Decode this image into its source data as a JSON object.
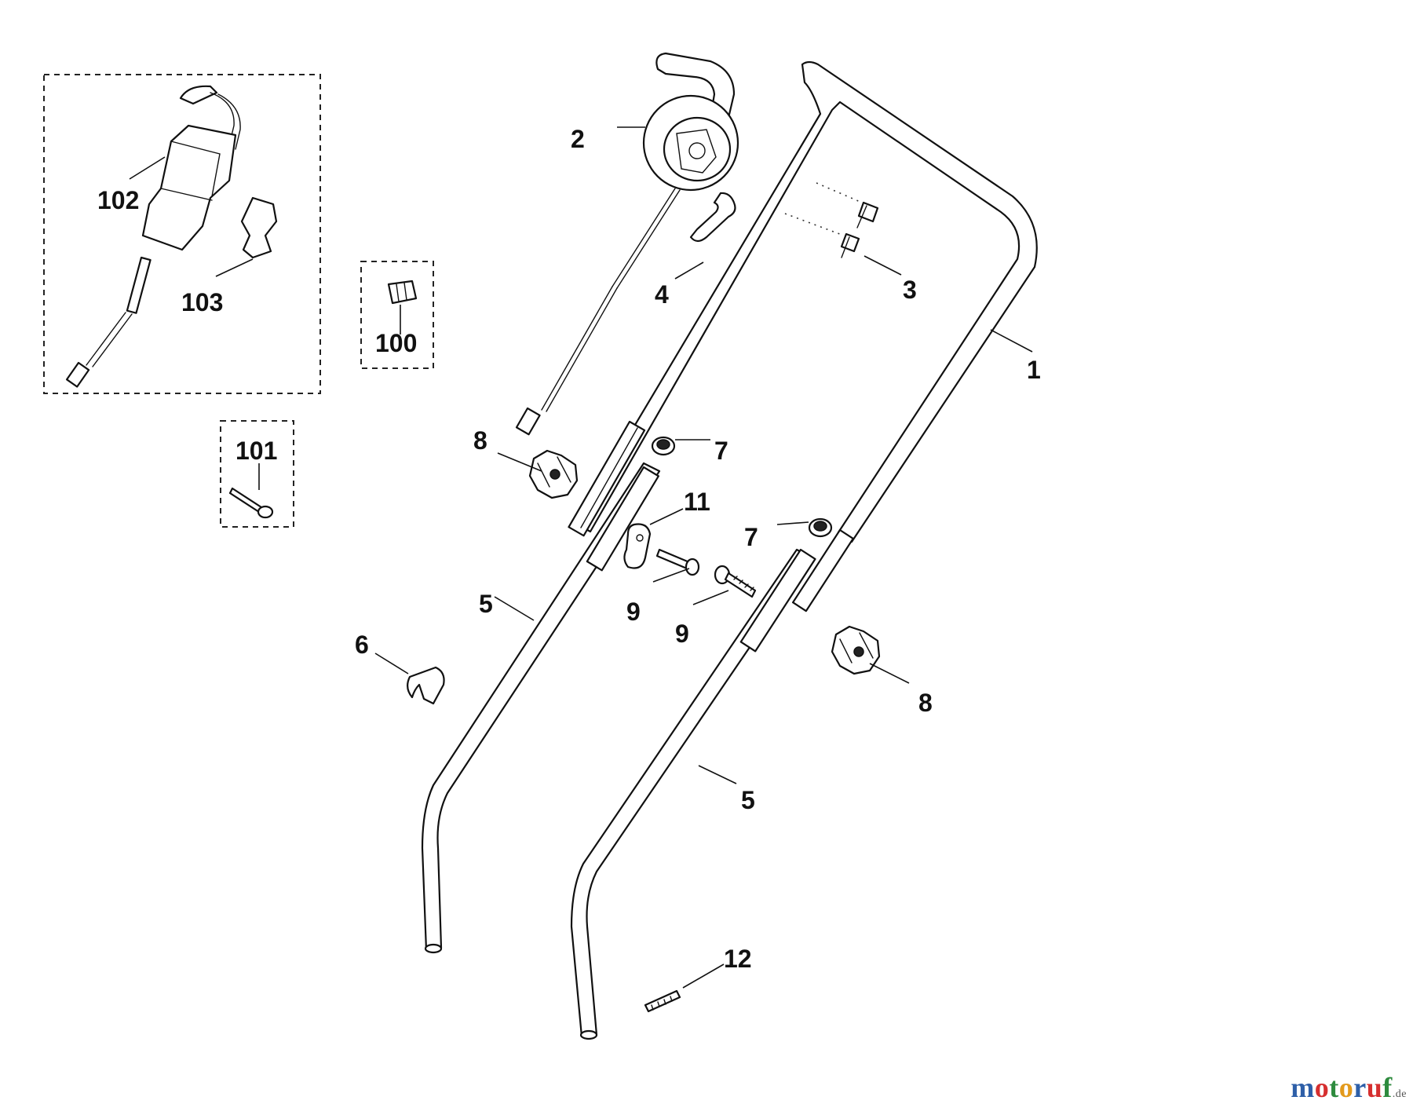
{
  "labels": {
    "l1": "1",
    "l2": "2",
    "l3": "3",
    "l4": "4",
    "l5a": "5",
    "l5b": "5",
    "l6": "6",
    "l7a": "7",
    "l7b": "7",
    "l8a": "8",
    "l8b": "8",
    "l9a": "9",
    "l9b": "9",
    "l11": "11",
    "l12": "12",
    "l100": "100",
    "l101": "101",
    "l102": "102",
    "l103": "103"
  },
  "watermark": {
    "letters": [
      "m",
      "o",
      "t",
      "o",
      "r",
      "u",
      "f"
    ],
    "colors": [
      "#2e5fa8",
      "#d62f2f",
      "#2e8b3e",
      "#e39a1c",
      "#2e5fa8",
      "#d62f2f",
      "#2e8b3e"
    ],
    "suffix": ".de"
  }
}
